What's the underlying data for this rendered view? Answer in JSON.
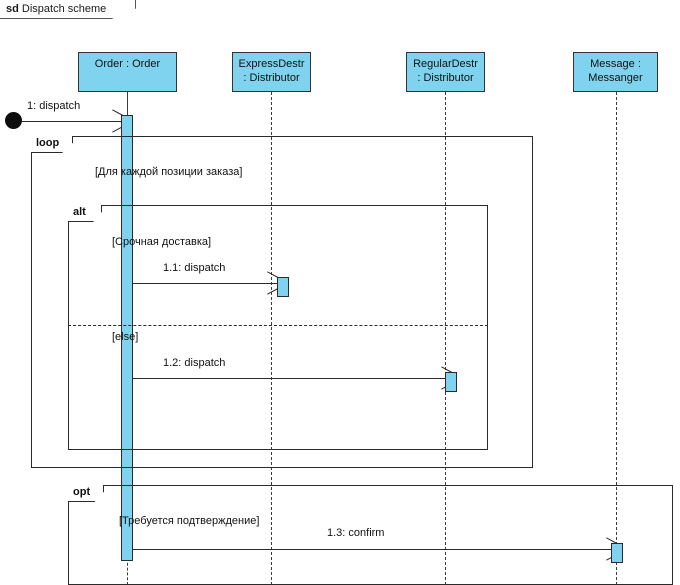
{
  "diagram": {
    "kind_label": "sd",
    "title": "Dispatch scheme",
    "colors": {
      "lifeline_fill": "#7fd3ef",
      "activation_fill": "#7fd3ef",
      "line": "#2b2b2b",
      "background": "#ffffff"
    }
  },
  "lifelines": [
    {
      "id": "order",
      "line1": "Order : Order",
      "line2": ""
    },
    {
      "id": "express",
      "line1": "ExpressDestr",
      "line2": ": Distributor"
    },
    {
      "id": "regular",
      "line1": "RegularDestr",
      "line2": ": Distributor"
    },
    {
      "id": "messenger",
      "line1": "Message :",
      "line2": "Messanger"
    }
  ],
  "start_message": {
    "label": "1: dispatch",
    "target": "order"
  },
  "fragments": [
    {
      "id": "loop",
      "operator": "loop",
      "guard": "[Для каждой позиции заказа]"
    },
    {
      "id": "alt",
      "operator": "alt",
      "operands": [
        {
          "guard": "[Срочная доставка]"
        },
        {
          "guard": "[else]"
        }
      ]
    },
    {
      "id": "opt",
      "operator": "opt",
      "guard": "[Требуется подтверждение]"
    }
  ],
  "messages": [
    {
      "id": "m11",
      "label": "1.1: dispatch",
      "from": "order",
      "to": "express"
    },
    {
      "id": "m12",
      "label": "1.2: dispatch",
      "from": "order",
      "to": "regular"
    },
    {
      "id": "m13",
      "label": "1.3: confirm",
      "from": "order",
      "to": "messenger"
    }
  ]
}
